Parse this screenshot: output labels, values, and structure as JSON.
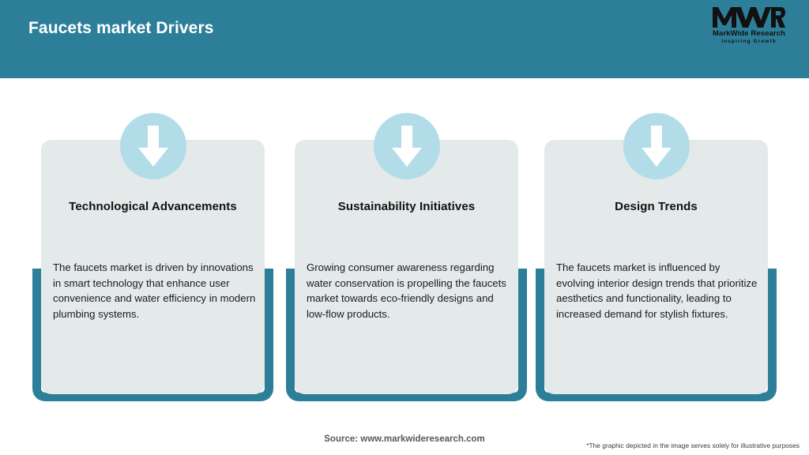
{
  "header": {
    "title": "Faucets market Drivers",
    "background_color": "#2d7f99",
    "logo": {
      "mark": "MWR",
      "name": "MarkWide Research",
      "tagline": "Inspiring Growth"
    }
  },
  "theme": {
    "accent_teal": "#2d7f99",
    "icon_circle_blue": "#b3dce9",
    "card_gray": "#e4e9ea",
    "page_background": "#ffffff",
    "title_text": "#111111",
    "body_text": "#1b1b1b"
  },
  "cards": [
    {
      "icon": "arrow-down-icon",
      "title": "Technological Advancements",
      "body": "The faucets market is driven by innovations in smart technology that enhance user convenience and water efficiency in modern plumbing systems."
    },
    {
      "icon": "arrow-down-icon",
      "title": "Sustainability Initiatives",
      "body": "Growing consumer awareness regarding water conservation is propelling the faucets market towards eco-friendly designs and low-flow products."
    },
    {
      "icon": "arrow-down-icon",
      "title": "Design Trends",
      "body": "The faucets market is influenced by evolving interior design trends that prioritize aesthetics and functionality, leading to increased demand for stylish fixtures."
    }
  ],
  "footer": {
    "source": "Source: www.markwideresearch.com",
    "disclaimer": "*The graphic depicted in the image serves solely for illustrative purposes"
  }
}
